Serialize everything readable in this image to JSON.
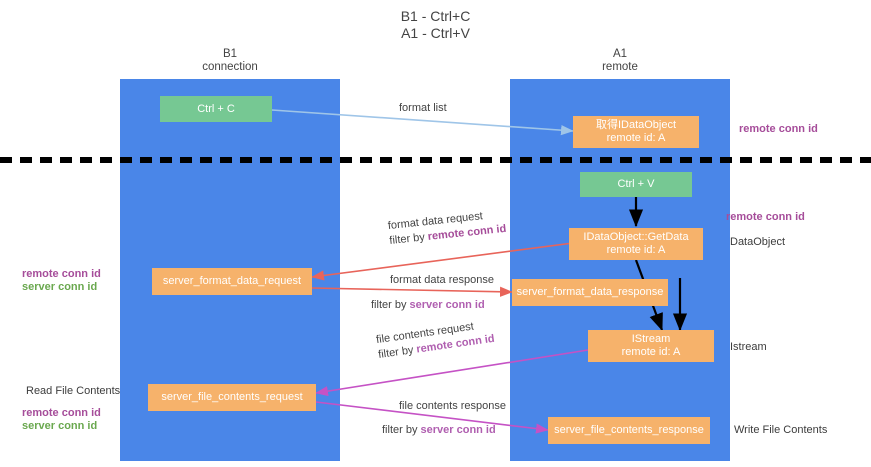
{
  "title": {
    "line1": "B1 - Ctrl+C",
    "line2": "A1 - Ctrl+V"
  },
  "columns": [
    {
      "name": "B1",
      "sub": "connection"
    },
    {
      "name": "A1",
      "sub": "remote"
    }
  ],
  "boxes": {
    "ctrl_c": "Ctrl + C",
    "ctrl_v": "Ctrl + V",
    "idataobject_l1": "取得IDataObject",
    "idataobject_l2": "remote id: A",
    "getdata_l1": "IDataObject::GetData",
    "getdata_l2": "remote id: A",
    "istream_l1": "IStream",
    "istream_l2": "remote id: A",
    "server_format_data_request": "server_format_data_request",
    "server_format_data_response": "server_format_data_response",
    "server_file_contents_request": "server_file_contents_request",
    "server_file_contents_response": "server_file_contents_response"
  },
  "edge_labels": {
    "format_list": "format list",
    "format_data_request": "format data request",
    "format_data_request_filter_prefix": "filter by ",
    "format_data_request_filter_id": "remote conn id",
    "format_data_response": "format data response",
    "format_data_response_filter_prefix": "filter by ",
    "format_data_response_filter_id": "server conn id",
    "file_contents_request": "file contents request",
    "file_contents_request_filter_prefix": "filter by ",
    "file_contents_request_filter_id": "remote conn id",
    "file_contents_response": "file contents response",
    "file_contents_response_filter_prefix": "filter by ",
    "file_contents_response_filter_id": "server conn id"
  },
  "right_labels": {
    "remote_conn_id_top": "remote conn id",
    "remote_conn_id_mid": "remote conn id",
    "dataobject": "DataObject",
    "istream": "Istream",
    "write_file_contents": "Write File Contents"
  },
  "left_labels": {
    "remote_conn_id": "remote conn id",
    "server_conn_id": "server conn id",
    "read_file_contents": "Read File Contents",
    "remote_conn_id_2": "remote conn id",
    "server_conn_id_2": "server conn id"
  },
  "colors": {
    "column": "#4a86e8",
    "green_box": "#76c893",
    "orange_box": "#f6b26b",
    "arrow_blue": "#9fc5e8",
    "arrow_red": "#e8645a",
    "arrow_magenta": "#c552c5",
    "arrow_black": "#000000",
    "purple_text": "#a64d9a",
    "green_text": "#6aa84f"
  }
}
